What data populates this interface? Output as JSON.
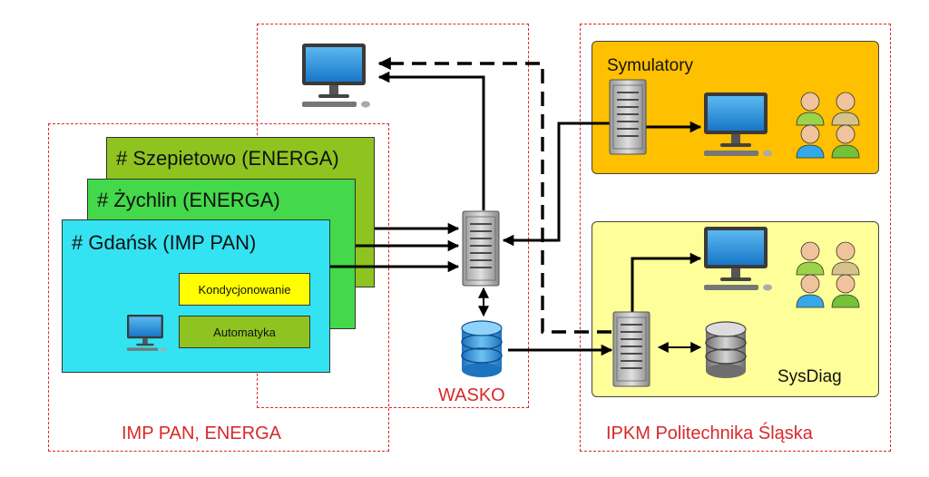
{
  "sites": {
    "szepietowo": "# Szepietowo (ENERGA)",
    "zychlin": "# Żychlin (ENERGA)",
    "gdansk": "# Gdańsk (IMP PAN)"
  },
  "modules": {
    "conditioning": "Kondycjonowanie",
    "automation": "Automatyka"
  },
  "regions": {
    "imp_energa": "IMP PAN, ENERGA",
    "wasko": "WASKO",
    "ipkm": "IPKM Politechnika Śląska"
  },
  "panels": {
    "simulators": "Symulatory",
    "sysdiag": "SysDiag"
  },
  "colors": {
    "region_border": "#d9282a",
    "site_szepietowo": "#8fc31f",
    "site_zychlin": "#44d94a",
    "site_gdansk": "#33e3f2",
    "conditioning_box": "#ffff00",
    "automation_box": "#8fc31f",
    "simulators_panel": "#ffc000",
    "sysdiag_panel": "#ffff99"
  },
  "icons": {
    "server": "server-icon",
    "monitor": "monitor-icon",
    "database": "database-icon",
    "users": "users-icon"
  }
}
